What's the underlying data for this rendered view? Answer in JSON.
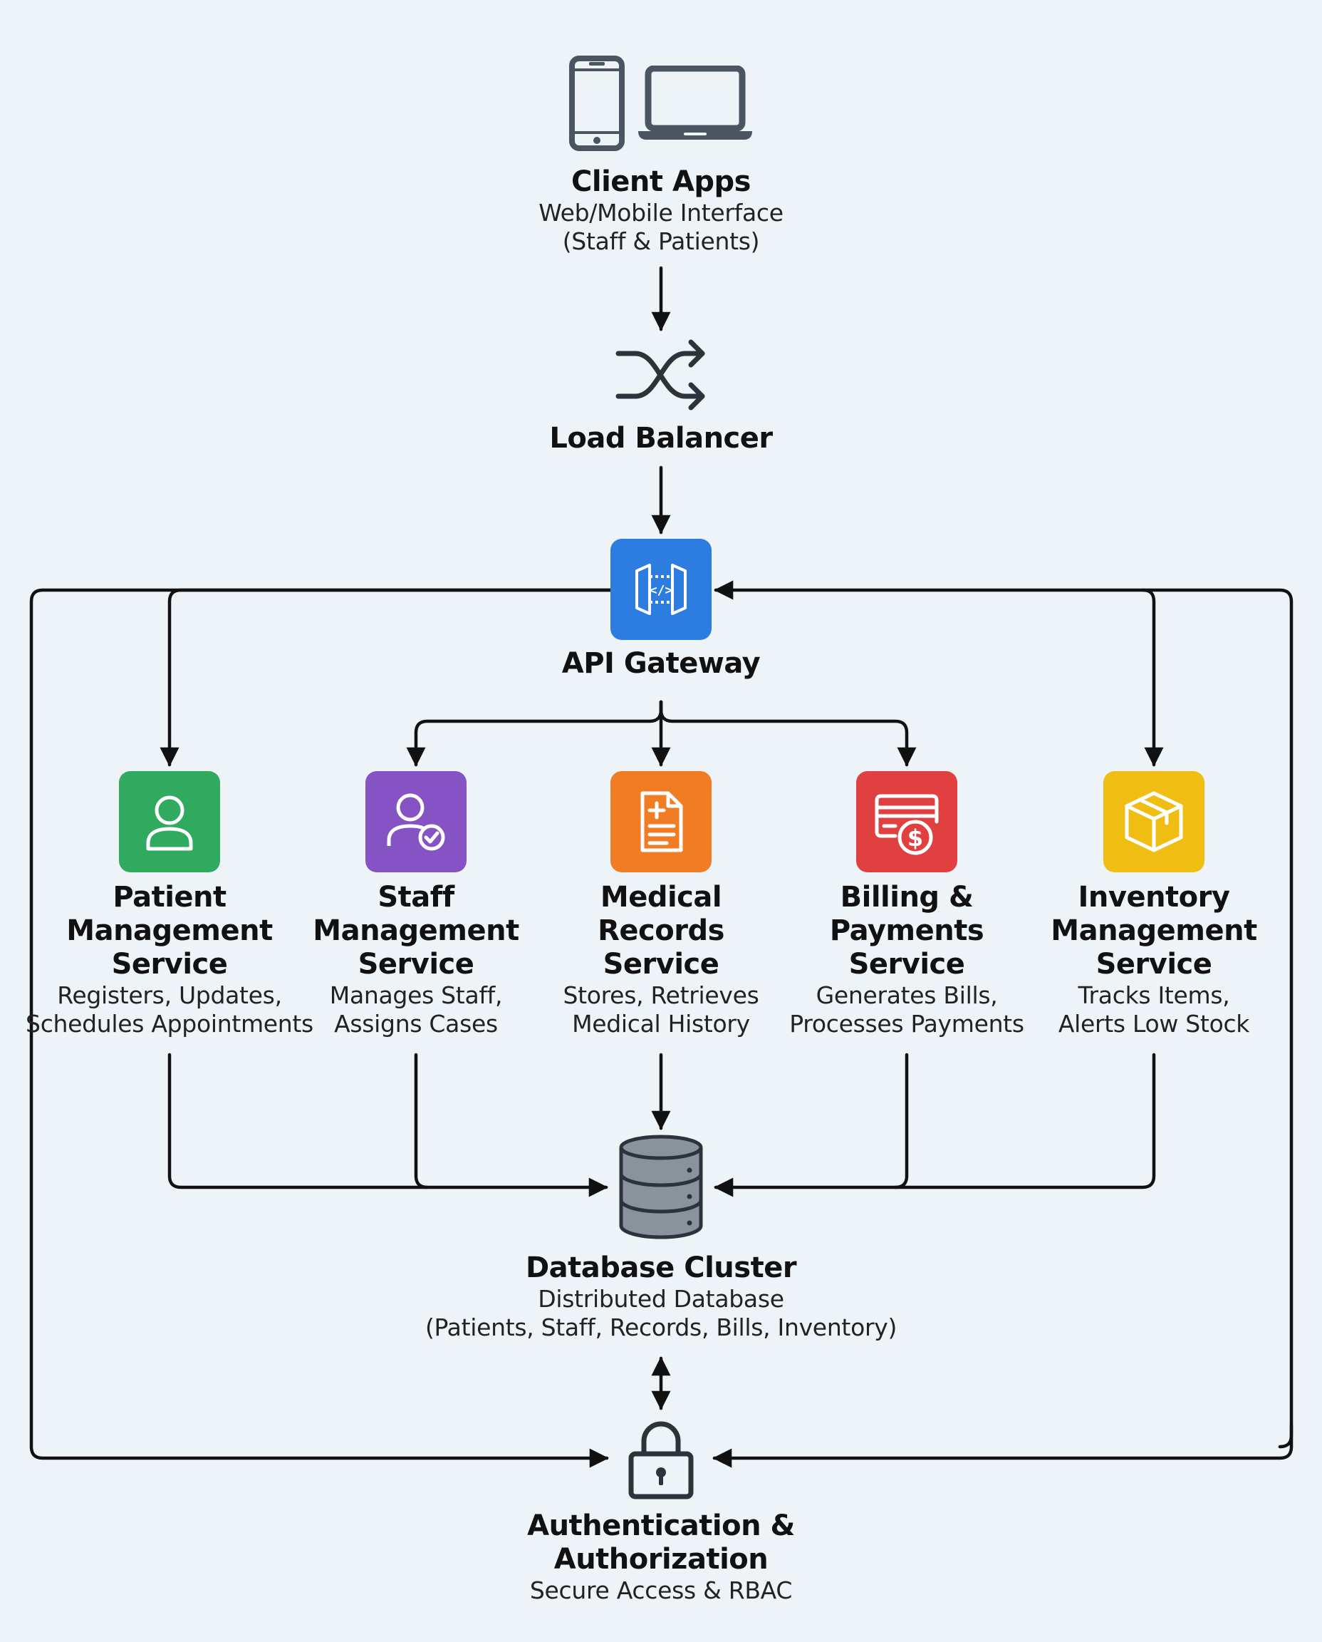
{
  "colors": {
    "background": "#eef3f8",
    "line": "#111111",
    "gateway": "#2d7de0",
    "patient": "#2faa5e",
    "staff": "#8553c4",
    "records": "#f07c24",
    "billing": "#e04040",
    "inventory": "#f0be12",
    "icon_gray": "#4a5561"
  },
  "client": {
    "icons": [
      "smartphone-icon",
      "laptop-icon"
    ],
    "title": "Client Apps",
    "line1": "Web/Mobile Interface",
    "line2": "(Staff & Patients)"
  },
  "load_balancer": {
    "icon": "shuffle-icon",
    "title": "Load Balancer"
  },
  "gateway": {
    "icon": "api-gateway-icon",
    "title": "API Gateway"
  },
  "services": [
    {
      "key": "patient",
      "icon": "user-icon",
      "title": [
        "Patient",
        "Management",
        "Service"
      ],
      "desc": [
        "Registers, Updates,",
        "Schedules Appointments"
      ]
    },
    {
      "key": "staff",
      "icon": "user-check-icon",
      "title": [
        "Staff",
        "Management",
        "Service"
      ],
      "desc": [
        "Manages Staff,",
        "Assigns Cases"
      ]
    },
    {
      "key": "records",
      "icon": "medical-document-icon",
      "title": [
        "Medical",
        "Records",
        "Service"
      ],
      "desc": [
        "Stores, Retrieves",
        "Medical History"
      ]
    },
    {
      "key": "billing",
      "icon": "credit-card-dollar-icon",
      "title": [
        "Billing &",
        "Payments",
        "Service"
      ],
      "desc": [
        "Generates Bills,",
        "Processes Payments"
      ]
    },
    {
      "key": "inventory",
      "icon": "box-icon",
      "title": [
        "Inventory",
        "Management",
        "Service"
      ],
      "desc": [
        "Tracks Items,",
        "Alerts Low Stock"
      ]
    }
  ],
  "database": {
    "icon": "database-icon",
    "title": "Database Cluster",
    "line1": "Distributed Database",
    "line2": "(Patients, Staff, Records, Bills, Inventory)"
  },
  "auth": {
    "icon": "lock-icon",
    "title_line1": "Authentication &",
    "title_line2": "Authorization",
    "line1": "Secure Access & RBAC"
  }
}
